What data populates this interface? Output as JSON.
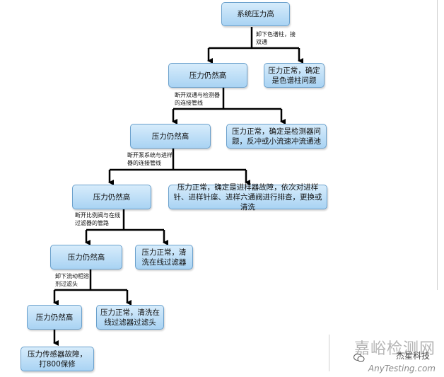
{
  "nodes": {
    "system_pressure_high": "系统压力高",
    "still_high_1": "压力仍然高",
    "column_issue": "压力正常，确定是色谱柱问题",
    "still_high_2": "压力仍然高",
    "detector_issue": "压力正常，确定是检测器问题，反冲或小流速冲流通池",
    "still_high_3": "压力仍然高",
    "injector_issue": "压力正常，确定是进样器故障，依次对进样针、进样针座、进样六通阀进行排查，更换或清洗",
    "still_high_4": "压力仍然高",
    "inline_filter": "压力正常，清洗在线过滤器",
    "still_high_5": "压力仍然高",
    "solvent_filter": "压力正常，清洗在线过滤器过滤头",
    "sensor_fault": "压力传感器故障，打800保修"
  },
  "labels": {
    "step1": "卸下色谱柱，接双通",
    "step2": "断开双通与检测器的连接管线",
    "step3": "断开泵系统与进样器的连接管线",
    "step4": "断开比例阀与在线过滤器的管路",
    "step5": "卸下流动相溶剂过滤头"
  },
  "watermark": {
    "site_cn": "嘉峪检测网",
    "site_en": "AnyTesting.com",
    "account": "杰星科技"
  },
  "colors": {
    "box_fill_top": "#d7ecfb",
    "box_fill_bottom": "#a9d3f3",
    "box_border": "#6aa0cc",
    "connector": "#000000"
  }
}
